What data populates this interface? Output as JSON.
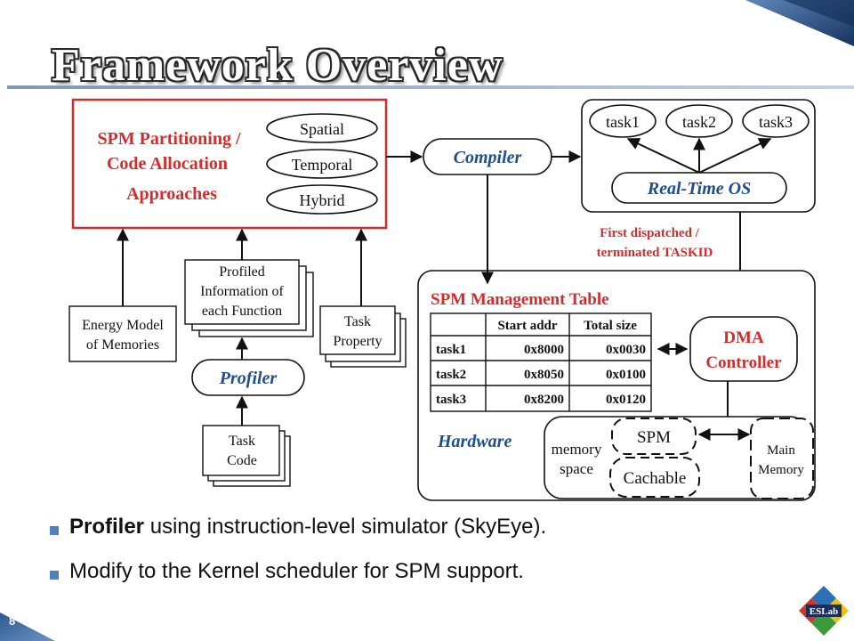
{
  "slide": {
    "title": "Framework Overview",
    "page_number": "8",
    "logo_text": "ESLab",
    "bullets": [
      {
        "bold": "Profiler",
        "rest": " using instruction-level simulator (SkyEye)."
      },
      {
        "bold": "",
        "rest": "Modify to the Kernel scheduler for SPM support."
      }
    ]
  },
  "diagram": {
    "approaches_lines": [
      "SPM Partitioning /",
      "Code Allocation",
      "Approaches"
    ],
    "approach_options": [
      "Spatial",
      "Temporal",
      "Hybrid"
    ],
    "compiler": "Compiler",
    "tasks": [
      "task1",
      "task2",
      "task3"
    ],
    "rtos": "Real-Time OS",
    "dispatch_lines": [
      "First dispatched /",
      "terminated TASKID"
    ],
    "profiled_info_lines": [
      "Profiled",
      "Information of",
      "each Function"
    ],
    "energy_model_lines": [
      "Energy Model",
      "of Memories"
    ],
    "task_property_lines": [
      "Task",
      "Property"
    ],
    "profiler": "Profiler",
    "task_code_lines": [
      "Task",
      "Code"
    ],
    "spm_table": {
      "title": "SPM Management Table",
      "headers": [
        "",
        "Start addr",
        "Total size"
      ],
      "rows": [
        [
          "task1",
          "0x8000",
          "0x0030"
        ],
        [
          "task2",
          "0x8050",
          "0x0100"
        ],
        [
          "task3",
          "0x8200",
          "0x0120"
        ]
      ]
    },
    "dma_lines": [
      "DMA",
      "Controller"
    ],
    "hardware": "Hardware",
    "memory_space_lines": [
      "memory",
      "space"
    ],
    "spm": "SPM",
    "cachable": "Cachable",
    "main_memory_lines": [
      "Main",
      "Memory"
    ]
  },
  "colors": {
    "red_text": "#d72b2b",
    "blue_text": "#1f4e8c",
    "bullet": "#4f81bd",
    "corner": "#1c3d6e"
  }
}
